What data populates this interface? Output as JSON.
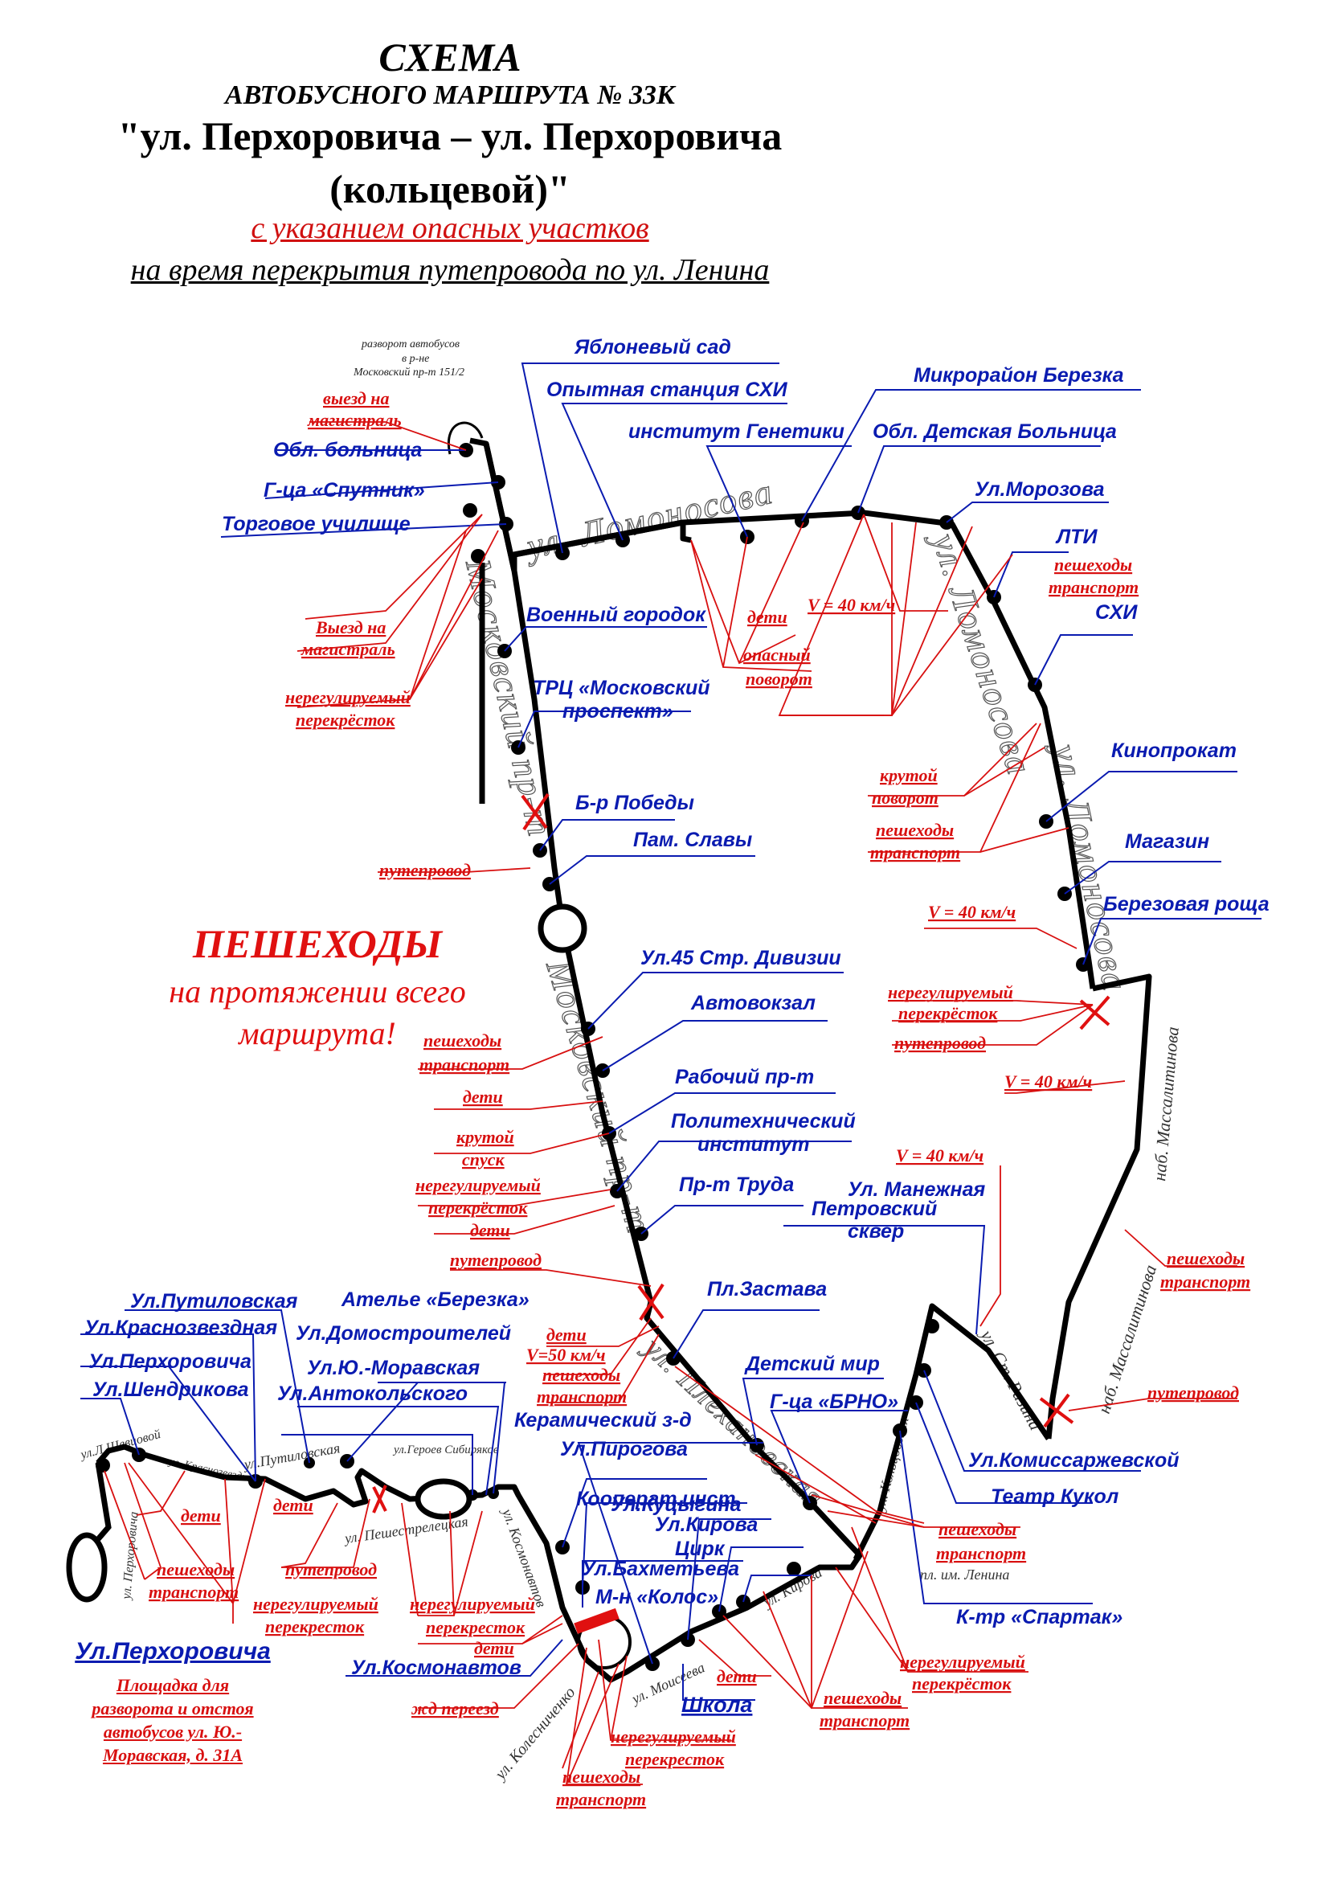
{
  "title": {
    "line1": "СХЕМА",
    "line2": "АВТОБУСНОГО МАРШРУТА № 33К",
    "line3": "\"ул. Перхоровича – ул. Перхоровича",
    "line4": "(кольцевой)\"",
    "line5": "с указанием опасных участков",
    "line6": "на время перекрытия путепровода по ул. Ленина"
  },
  "big_note": {
    "line1": "ПЕШЕХОДЫ",
    "line2": "на протяжении всего",
    "line3": "маршрута!"
  },
  "terminal": {
    "title": "Ул.Перхоровича",
    "note": [
      "Площадка для",
      "разворота и отстоя",
      "автобусов ул. Ю.-",
      "Моравская, д. 31А"
    ]
  },
  "turnaround_note": [
    "разворот автобусов",
    "в р-не",
    "Московский пр-т 151/2"
  ],
  "streets": {
    "lomonosova_top": "ул. Ломоносова",
    "moskovsky_top": "Московский пр-т",
    "moskovsky_mid": "Московский пр-т",
    "lomonosova_right": "ул. Ломоносова",
    "lomonosova_right2": "ул. Ломоносова",
    "massalitinova1": "наб. Массалитинова",
    "massalitinova2": "наб. Массалитинова",
    "plekhanovskaya": "ул. Плехановская",
    "st_razina": "ул. Ст. Разина",
    "pl_lenina": "пл. им. Ленина",
    "kirova": "ул. Кирова",
    "koltsovskaya": "ул. Кольцовская",
    "moiseeva": "ул. Моисеева",
    "kosmonavtov": "ул. Космонавтов",
    "kolesnichenko": "ул. Колесниченко",
    "peshestreletskaya": "ул. Пешестрелецкая",
    "geroev_sibiryakov": "ул.Героев Сибиряков",
    "putilovskaya": "ул.Путиловская",
    "krasnozvezdnaya": "ул. Краснозвездная",
    "shevtsovoy": "ул.Л.Шевцовой",
    "perkhorovicha": "ул. Перхоровича"
  },
  "stops": [
    "Яблоневый сад",
    "Опытная станция СХИ",
    "институт Генетики",
    "Микрорайон Березка",
    "Обл. Детская Больница",
    "Ул.Морозова",
    "ЛТИ",
    "СХИ",
    "Кинопрокат",
    "Магазин",
    "Березовая роща",
    "Обл. больница",
    "Г-ца «Спутник»",
    "Торговое училище",
    "Военный городок",
    "ТРЦ «Московский",
    "проспект»",
    "Б-р Победы",
    "Пам. Славы",
    "Ул.45 Стр. Дивизии",
    "Автовокзал",
    "Рабочий пр-т",
    "Политехнический",
    "институт",
    "Пр-т Труда",
    "Пл.Застава",
    "Ул. Манежная",
    "Петровский",
    "сквер",
    "Детский мир",
    "Г-ца «БРНО»",
    "Ул.Комиссаржевской",
    "Театр Кукол",
    "К-тр «Спартак»",
    "Цирк",
    "Ул.Кирова",
    "Ул.Куцыгина",
    "Кооперат.инст.",
    "Ул.Пирогова",
    "Керамический з-д",
    "Ул.Бахметьева",
    "М-н «Колос»",
    "Школа",
    "Ул.Космонавтов",
    "Ателье «Березка»",
    "Ул.Домостроителей",
    "Ул.Ю.-Моравская",
    "Ул.Антокольского",
    "Ул.Путиловская",
    "Ул.Краснозвездная",
    "Ул.Перхоровича",
    "Ул.Шендрикова"
  ],
  "warnings": [
    "выезд на",
    "магистраль",
    "Выезд на",
    "магистраль",
    "нерегулируемый",
    "перекрёсток",
    "дети",
    "V = 40 км/ч",
    "опасный",
    "поворот",
    "пешеходы",
    "транспорт",
    "крутой",
    "поворот",
    "пешеходы",
    "транспорт",
    "V = 40 км/ч",
    "нерегулируемый",
    "перекрёсток",
    "путепровод",
    "V = 40 км/ч",
    "путепровод",
    "пешеходы",
    "транспорт",
    "дети",
    "крутой",
    "спуск",
    "нерегулируемый",
    "перекрёсток",
    "дети",
    "путепровод",
    "V = 40 км/ч",
    "пешеходы",
    "транспорт",
    "путепровод",
    "дети",
    "V=50 км/ч",
    "пешеходы",
    "транспорт",
    "пешеходы",
    "транспорт",
    "нерегулируемый",
    "перекрёсток",
    "пешеходы",
    "транспорт",
    "дети",
    "нерегулируемый",
    "перекресток",
    "пешеходы",
    "транспорт",
    "жд переезд",
    "нерегулируемый",
    "перекресток",
    "дети",
    "дети",
    "пешеходы",
    "транспорт",
    "путепровод",
    "нерегулируемый",
    "перекресток",
    "дети"
  ],
  "colors": {
    "stop_label": "#0a1bb0",
    "warning": "#d81010",
    "route": "#000000"
  }
}
